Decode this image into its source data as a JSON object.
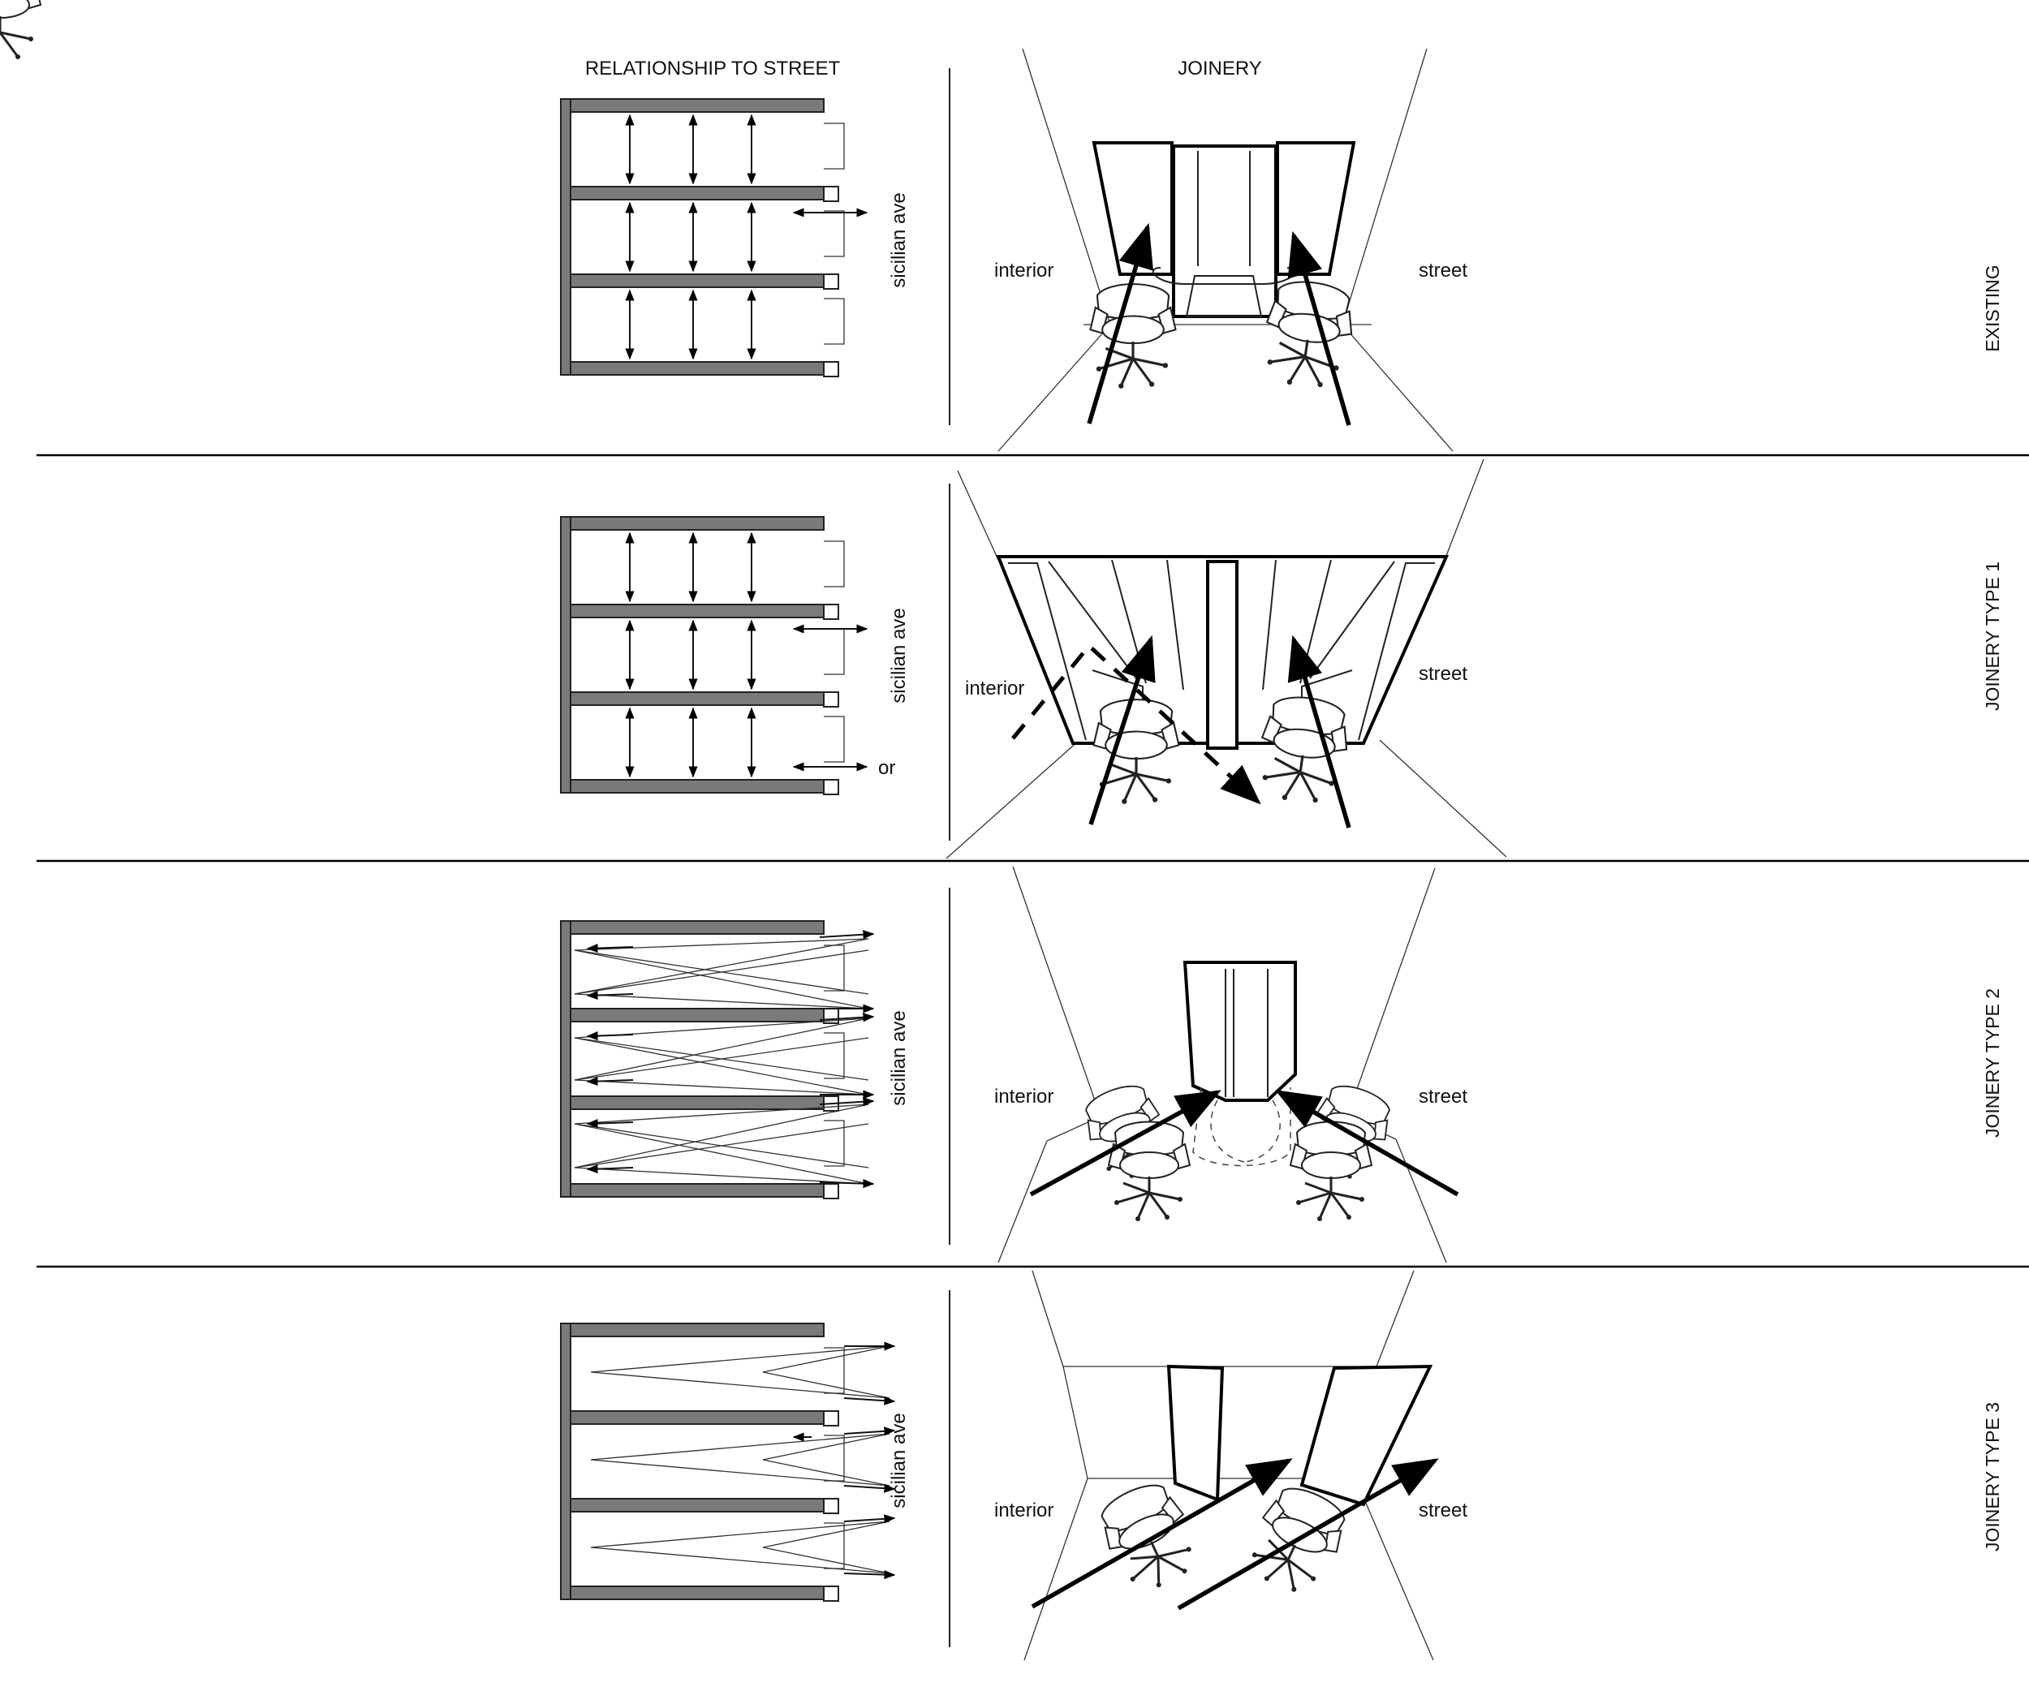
{
  "headers": {
    "relationship": "RELATIONSHIP TO STREET",
    "joinery": "JOINERY"
  },
  "street_name": "sicilian ave",
  "labels": {
    "interior": "interior",
    "street": "street",
    "or": "or"
  },
  "rows": [
    {
      "id": "existing",
      "title": "EXISTING"
    },
    {
      "id": "type1",
      "title": "JOINERY TYPE 1"
    },
    {
      "id": "type2",
      "title": "JOINERY TYPE 2"
    },
    {
      "id": "type3",
      "title": "JOINERY TYPE 3"
    }
  ],
  "colors": {
    "wall": "#7a7a7a",
    "line": "#000000",
    "background": "#ffffff"
  }
}
